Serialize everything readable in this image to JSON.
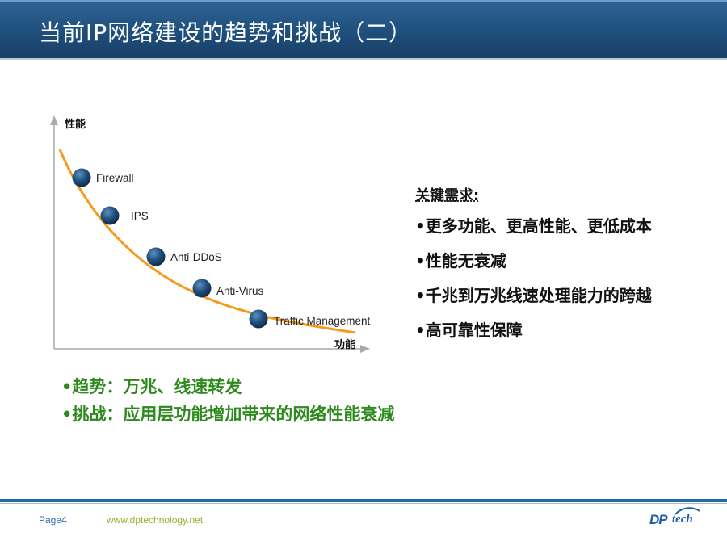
{
  "header": {
    "title": "当前IP网络建设的趋势和挑战（二）"
  },
  "diagram": {
    "y_axis_label": "性能",
    "x_axis_label": "功能",
    "nodes": [
      "Firewall",
      "IPS",
      "Anti-DDoS",
      "Anti-Virus",
      "Traffic Management"
    ],
    "curve_color": "#f59a1b",
    "node_color": "#1f4f7c"
  },
  "requirements": {
    "title": "关键需求:",
    "items": [
      "•更多功能、更高性能、更低成本",
      "•性能无衰减",
      "•千兆到万兆线速处理能力的跨越",
      "•高可靠性保障"
    ]
  },
  "summary": {
    "items": [
      "•趋势：万兆、线速转发",
      "•挑战：应用层功能增加带来的网络性能衰减"
    ],
    "color": "#2e8a1e"
  },
  "footer": {
    "page": "Page4",
    "url": "www.dptechnology.net",
    "logo_dp": "DP",
    "logo_tech": "tech"
  }
}
